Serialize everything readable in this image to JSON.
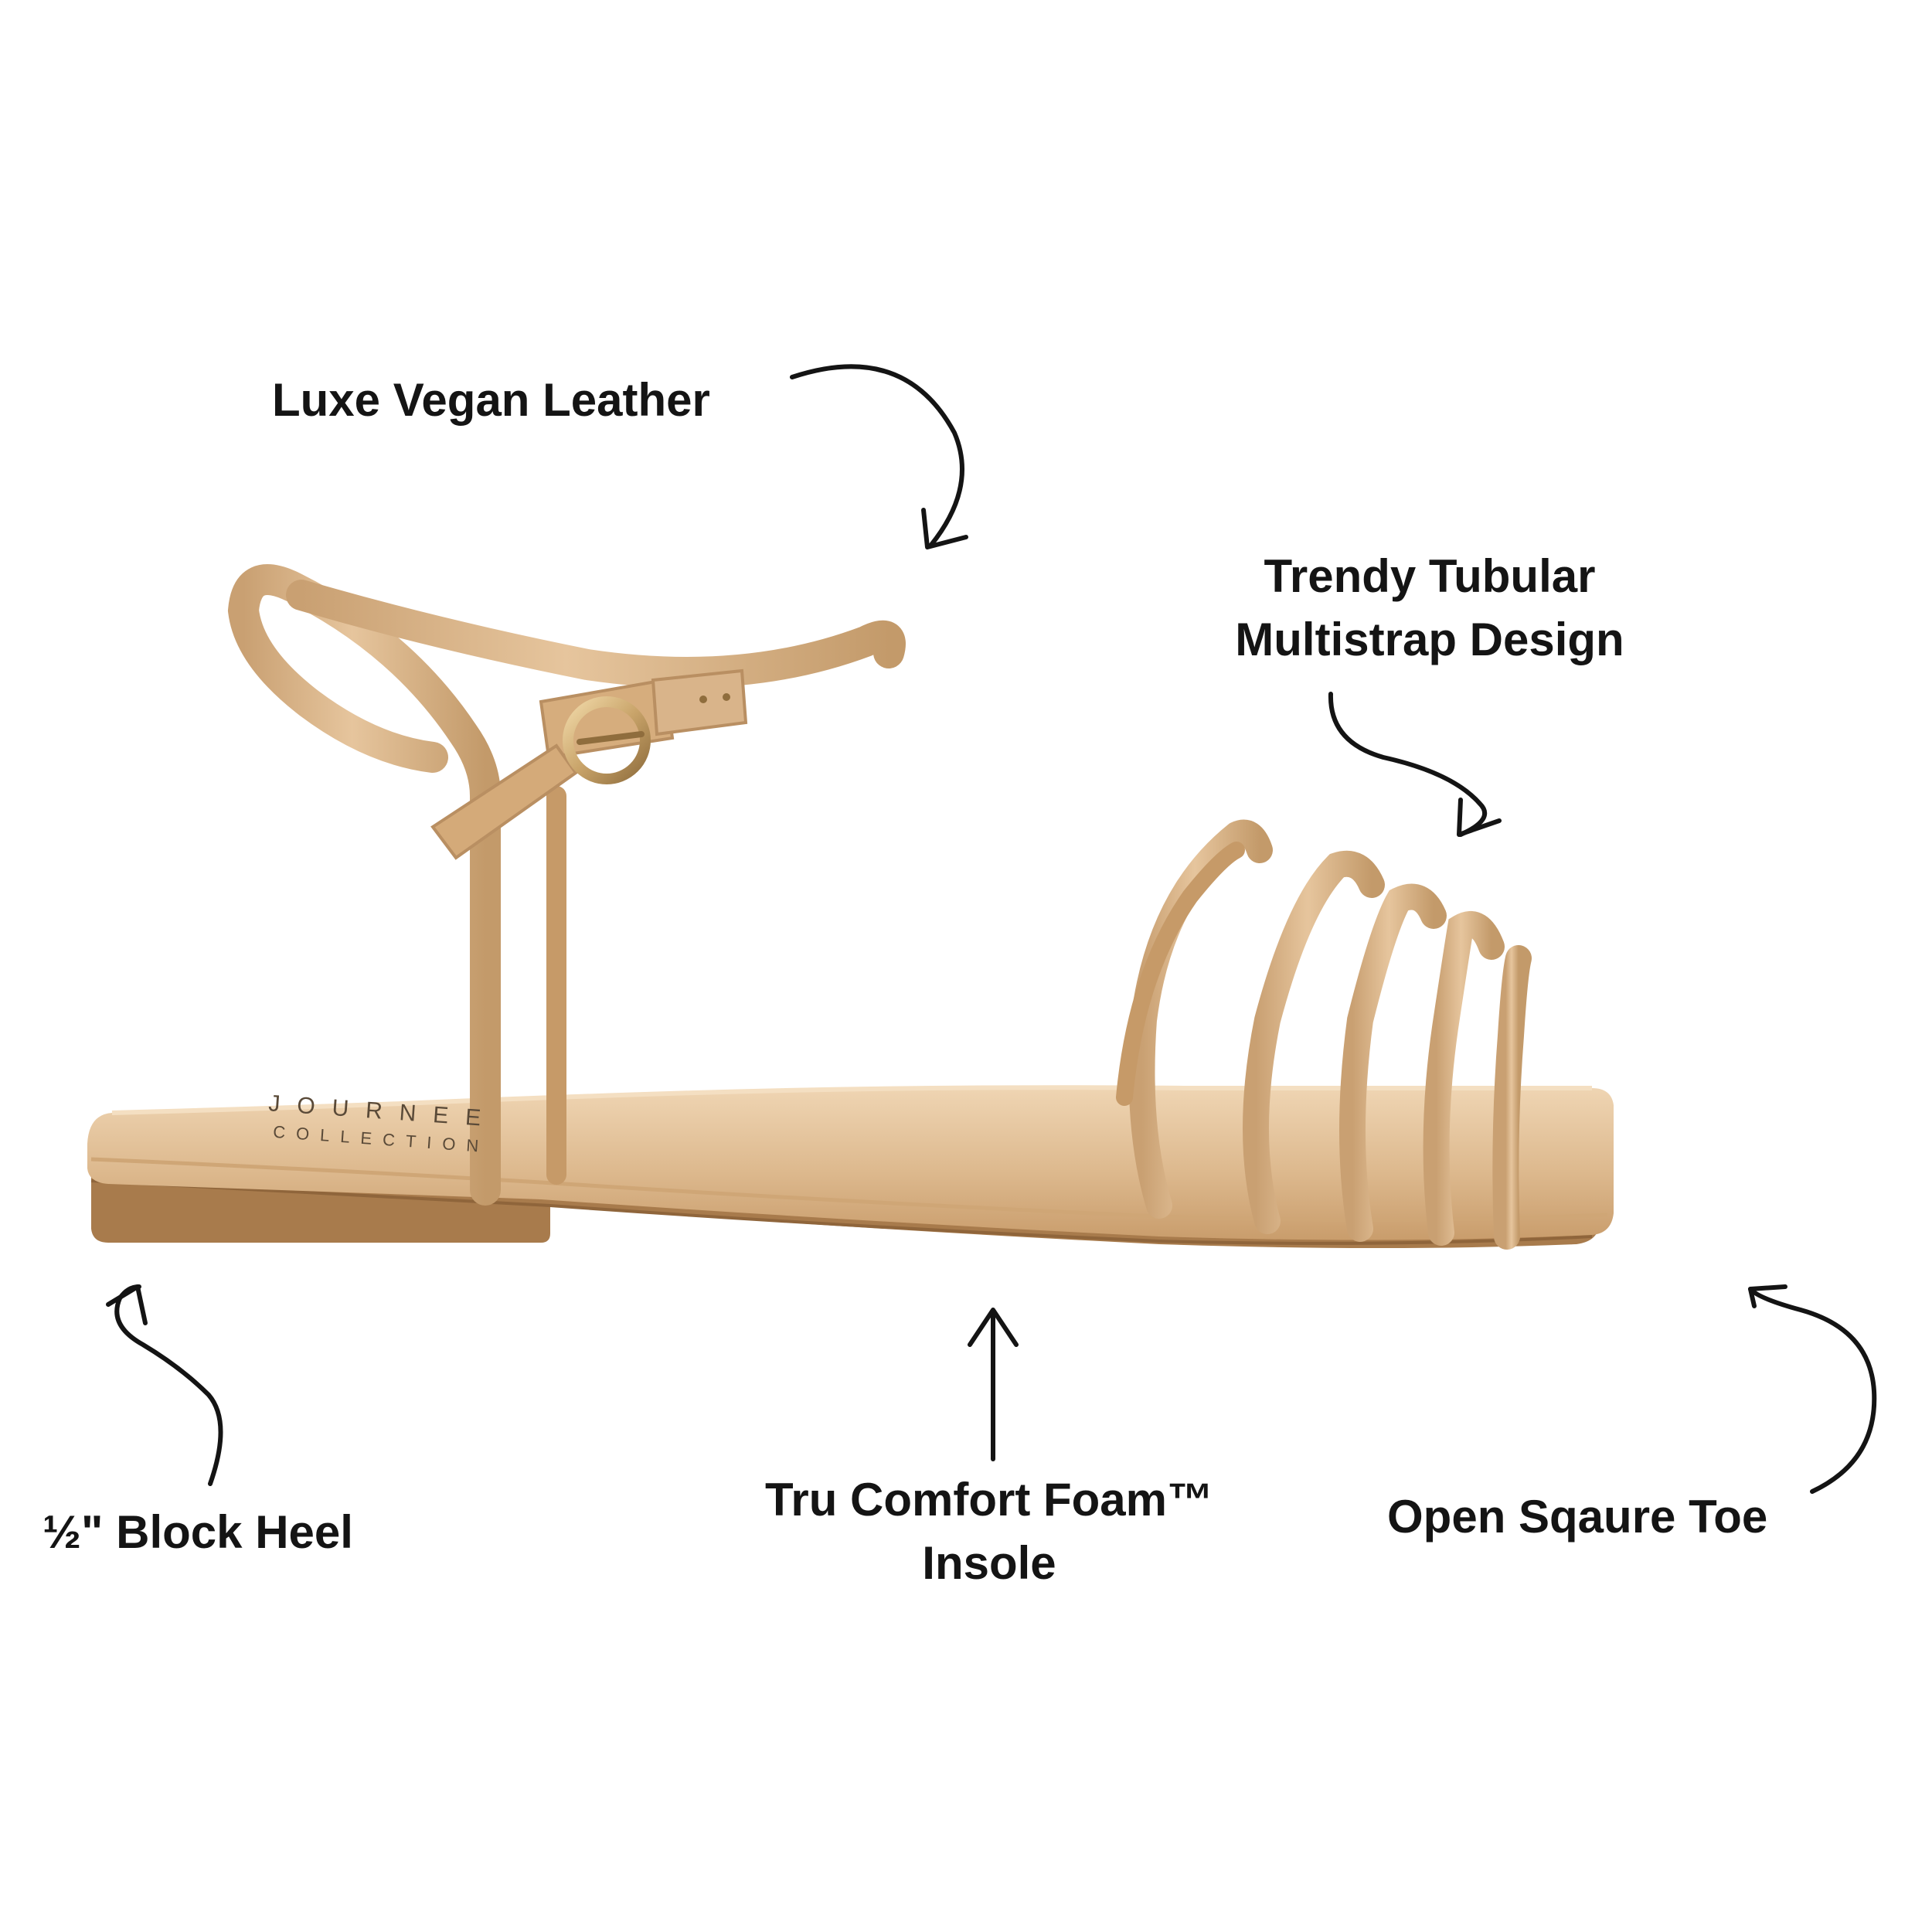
{
  "callouts": {
    "leather": "Luxe Vegan Leather",
    "tubular_line1": "Trendy Tubular",
    "tubular_line2": "Multistrap Design",
    "heel": "½\" Block Heel",
    "foam_line1": "Tru Comfort Foam™",
    "foam_line2": "Insole",
    "toe": "Open Sqaure Toe"
  },
  "insole_logo": {
    "line1": "JOURNEE",
    "line2": "COLLECTION"
  },
  "colors": {
    "background": "#ffffff",
    "text": "#141414",
    "leather": "#d9b48a",
    "leather_light": "#ecd0ac",
    "leather_shadow": "#b98f62",
    "outsole": "#a87b4c",
    "buckle": "#c9a46a"
  }
}
